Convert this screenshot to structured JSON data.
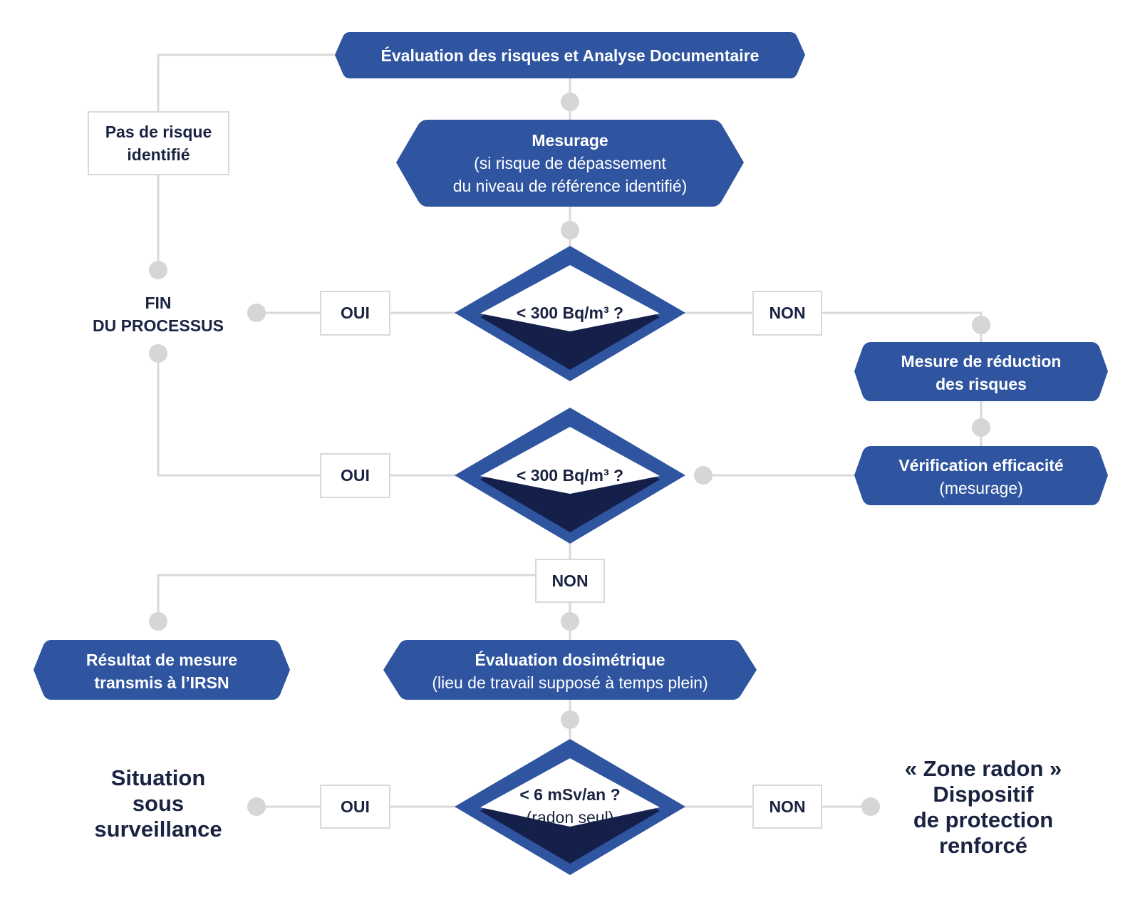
{
  "nodes": {
    "evaluation": "Évaluation des risques et Analyse Documentaire",
    "mesurage_title": "Mesurage",
    "mesurage_line1": "(si risque de dépassement",
    "mesurage_line2": "du niveau de référence identifié)",
    "pas_de_risque_line1": "Pas de risque",
    "pas_de_risque_line2": "identifié",
    "fin_line1": "FIN",
    "fin_line2": "DU PROCESSUS",
    "decision1": "< 300 Bq/m³ ?",
    "decision2": "< 300 Bq/m³ ?",
    "decision3_line1": "< 6 mSv/an ?",
    "decision3_line2": "(radon seul)",
    "reduction_line1": "Mesure de réduction",
    "reduction_line2": "des risques",
    "verification_title": "Vérification efficacité",
    "verification_sub": "(mesurage)",
    "resultat_line1": "Résultat de mesure",
    "resultat_line2": "transmis à l’IRSN",
    "dosimetrique_title": "Évaluation dosimétrique",
    "dosimetrique_sub": "(lieu de travail supposé à temps plein)",
    "situation_line1": "Situation",
    "situation_line2": "sous",
    "situation_line3": "surveillance",
    "zone_line1": "« Zone radon »",
    "zone_line2": "Dispositif",
    "zone_line3": "de protection",
    "zone_line4": "renforcé"
  },
  "labels": {
    "oui_1": "OUI",
    "non_1": "NON",
    "oui_2": "OUI",
    "non_2": "NON",
    "oui_3": "OUI",
    "non_3": "NON"
  },
  "colors": {
    "box_blue": "#2f54a0",
    "diamond_dark": "#14204a",
    "connector": "#d9d9d9",
    "dot": "#d6d6d6",
    "text_dark": "#1a2341"
  }
}
